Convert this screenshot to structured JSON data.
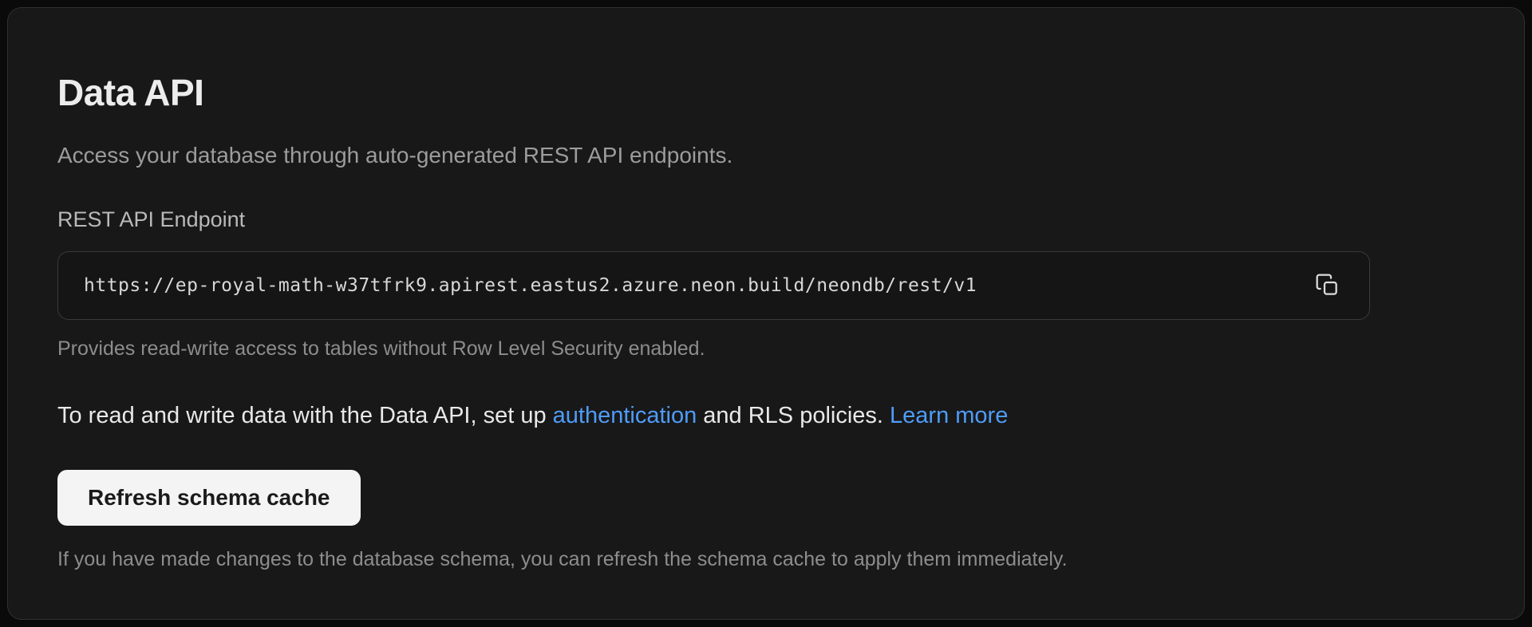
{
  "card": {
    "title": "Data API",
    "description": "Access your database through auto-generated REST API endpoints.",
    "endpoint": {
      "label": "REST API Endpoint",
      "value": "https://ep-royal-math-w37tfrk9.apirest.eastus2.azure.neon.build/neondb/rest/v1",
      "helper": "Provides read-write access to tables without Row Level Security enabled.",
      "copy_icon": "copy-icon"
    },
    "auth_note": {
      "prefix": "To read and write data with the Data API, set up ",
      "auth_link": "authentication",
      "middle": " and RLS policies. ",
      "learn_more_link": "Learn more"
    },
    "refresh": {
      "button_label": "Refresh schema cache",
      "helper": "If you have made changes to the database schema, you can refresh the schema cache to apply them immediately."
    }
  },
  "colors": {
    "card_background": "#181818",
    "card_border": "#303030",
    "link": "#4f9cf9",
    "button_background": "#f4f4f4",
    "button_text": "#1a1a1a",
    "muted_text": "#8d8d8d"
  }
}
